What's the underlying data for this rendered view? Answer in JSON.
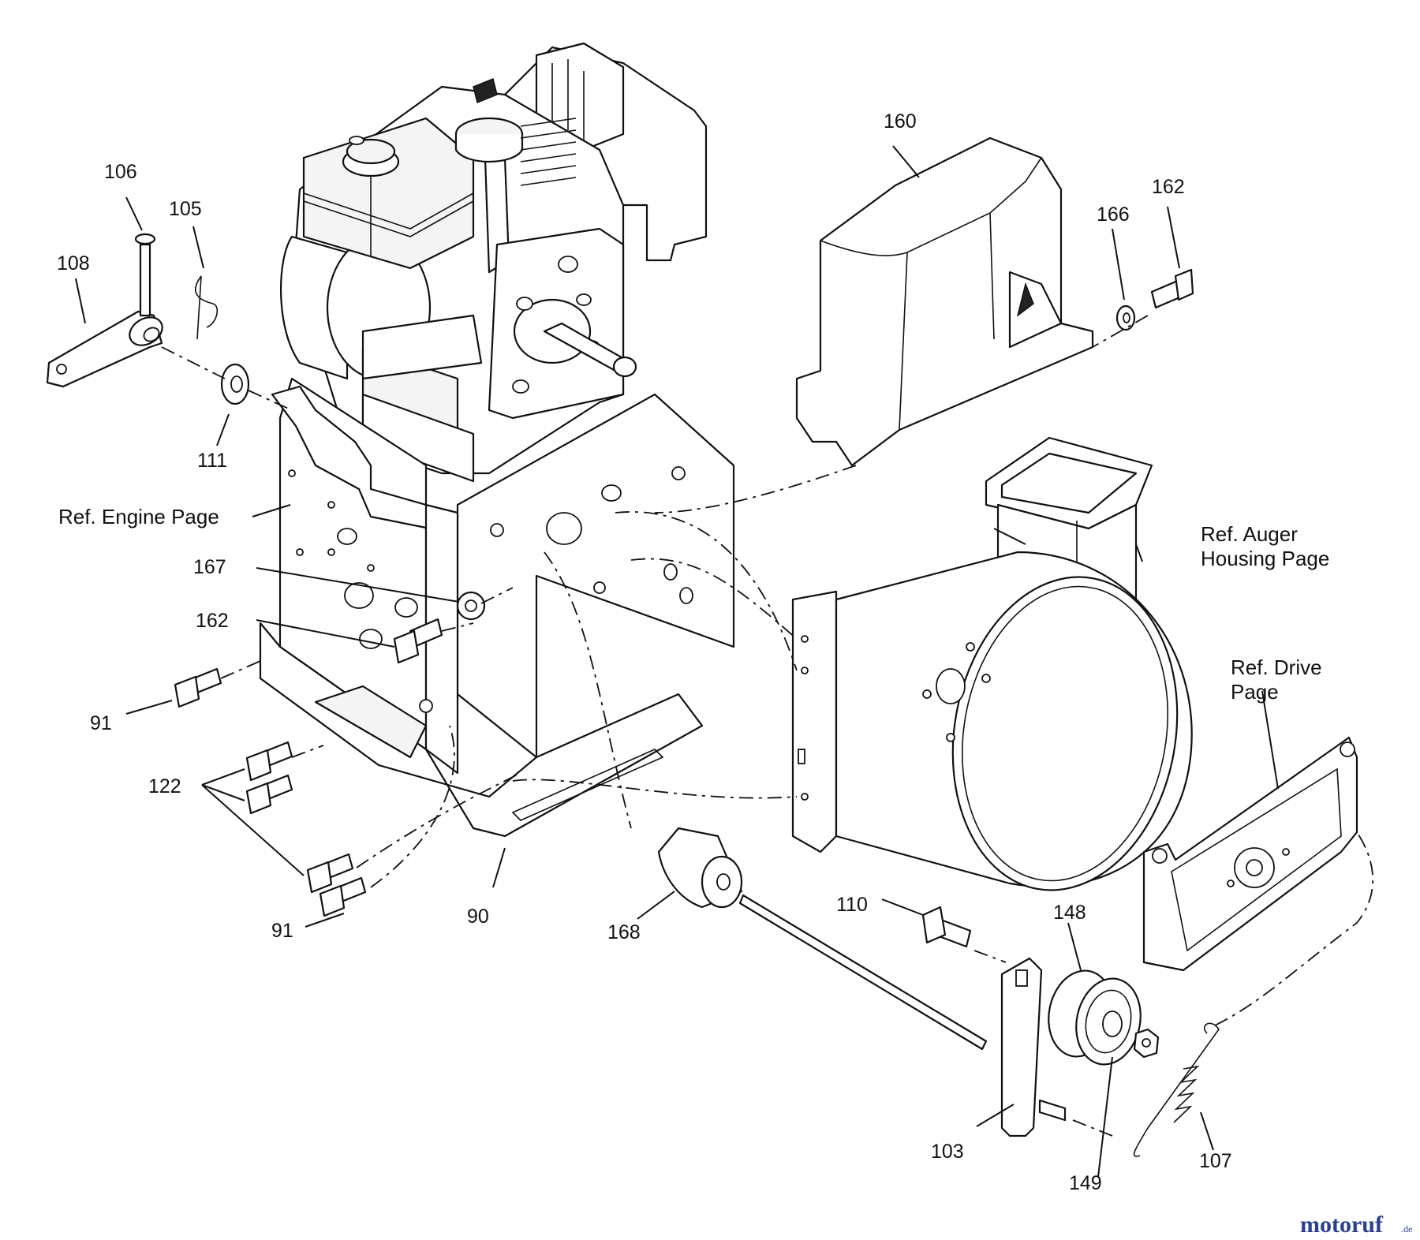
{
  "callouts": {
    "p106": "106",
    "p105": "105",
    "p108": "108",
    "p111": "111",
    "p160": "160",
    "p166": "166",
    "p162a": "162",
    "p167": "167",
    "p162b": "162",
    "p91a": "91",
    "p122": "122",
    "p91b": "91",
    "p90": "90",
    "p168": "168",
    "p110": "110",
    "p148": "148",
    "p103": "103",
    "p149": "149",
    "p107": "107"
  },
  "references": {
    "engine": "Ref. Engine Page",
    "auger_line1": "Ref. Auger",
    "auger_line2": "Housing Page",
    "drive_line1": "Ref. Drive",
    "drive_line2": "Page"
  },
  "watermark": {
    "text": "motoruf",
    "suffix": ".de",
    "color": "#2a3f8f"
  }
}
